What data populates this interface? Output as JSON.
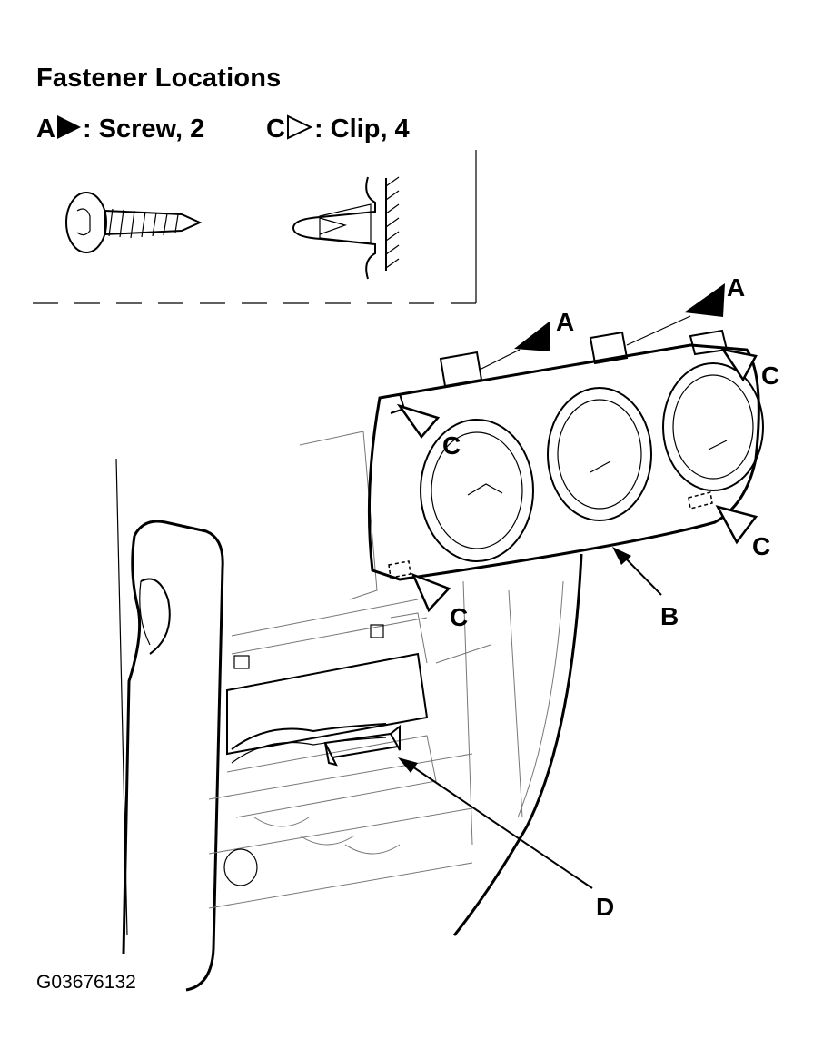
{
  "title": "Fastener Locations",
  "legend": {
    "screw": {
      "letter": "A",
      "icon": "filled-triangle-icon",
      "text": ": Screw, 2"
    },
    "clip": {
      "letter": "C",
      "icon": "outline-triangle-icon",
      "text": ": Clip, 4"
    }
  },
  "callouts": {
    "screw": "A",
    "clip": "C",
    "panel": "B",
    "connector": "D"
  },
  "figure_id": "G03676132"
}
